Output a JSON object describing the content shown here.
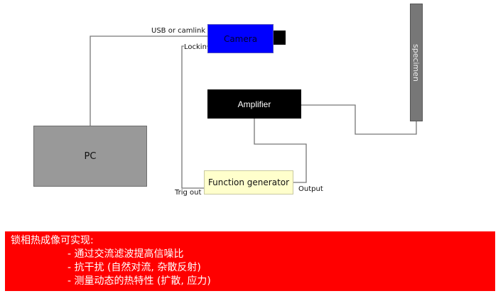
{
  "diagram": {
    "blocks": {
      "pc": "PC",
      "camera": "Camera",
      "amplifier": "Amplifier",
      "specimen": "specimen",
      "function_generator": "Function generator"
    },
    "connection_labels": {
      "usb": "USB or camlink",
      "lockin": "Lockin",
      "trig_out": "Trig out",
      "output": "Output"
    },
    "colors": {
      "camera": "#0000ff",
      "amplifier": "#000000",
      "pc": "#999999",
      "specimen": "#777777",
      "function_generator": "#ffffcc",
      "note_background": "#ff0000",
      "wire": "#777777"
    }
  },
  "note": {
    "title": "锁相热成像可实现:",
    "items": [
      "- 通过交流滤波提高信噪比",
      "- 抗干扰 (自然对流, 杂散反射)",
      "- 测量动态的热特性 (扩散, 应力)"
    ]
  }
}
